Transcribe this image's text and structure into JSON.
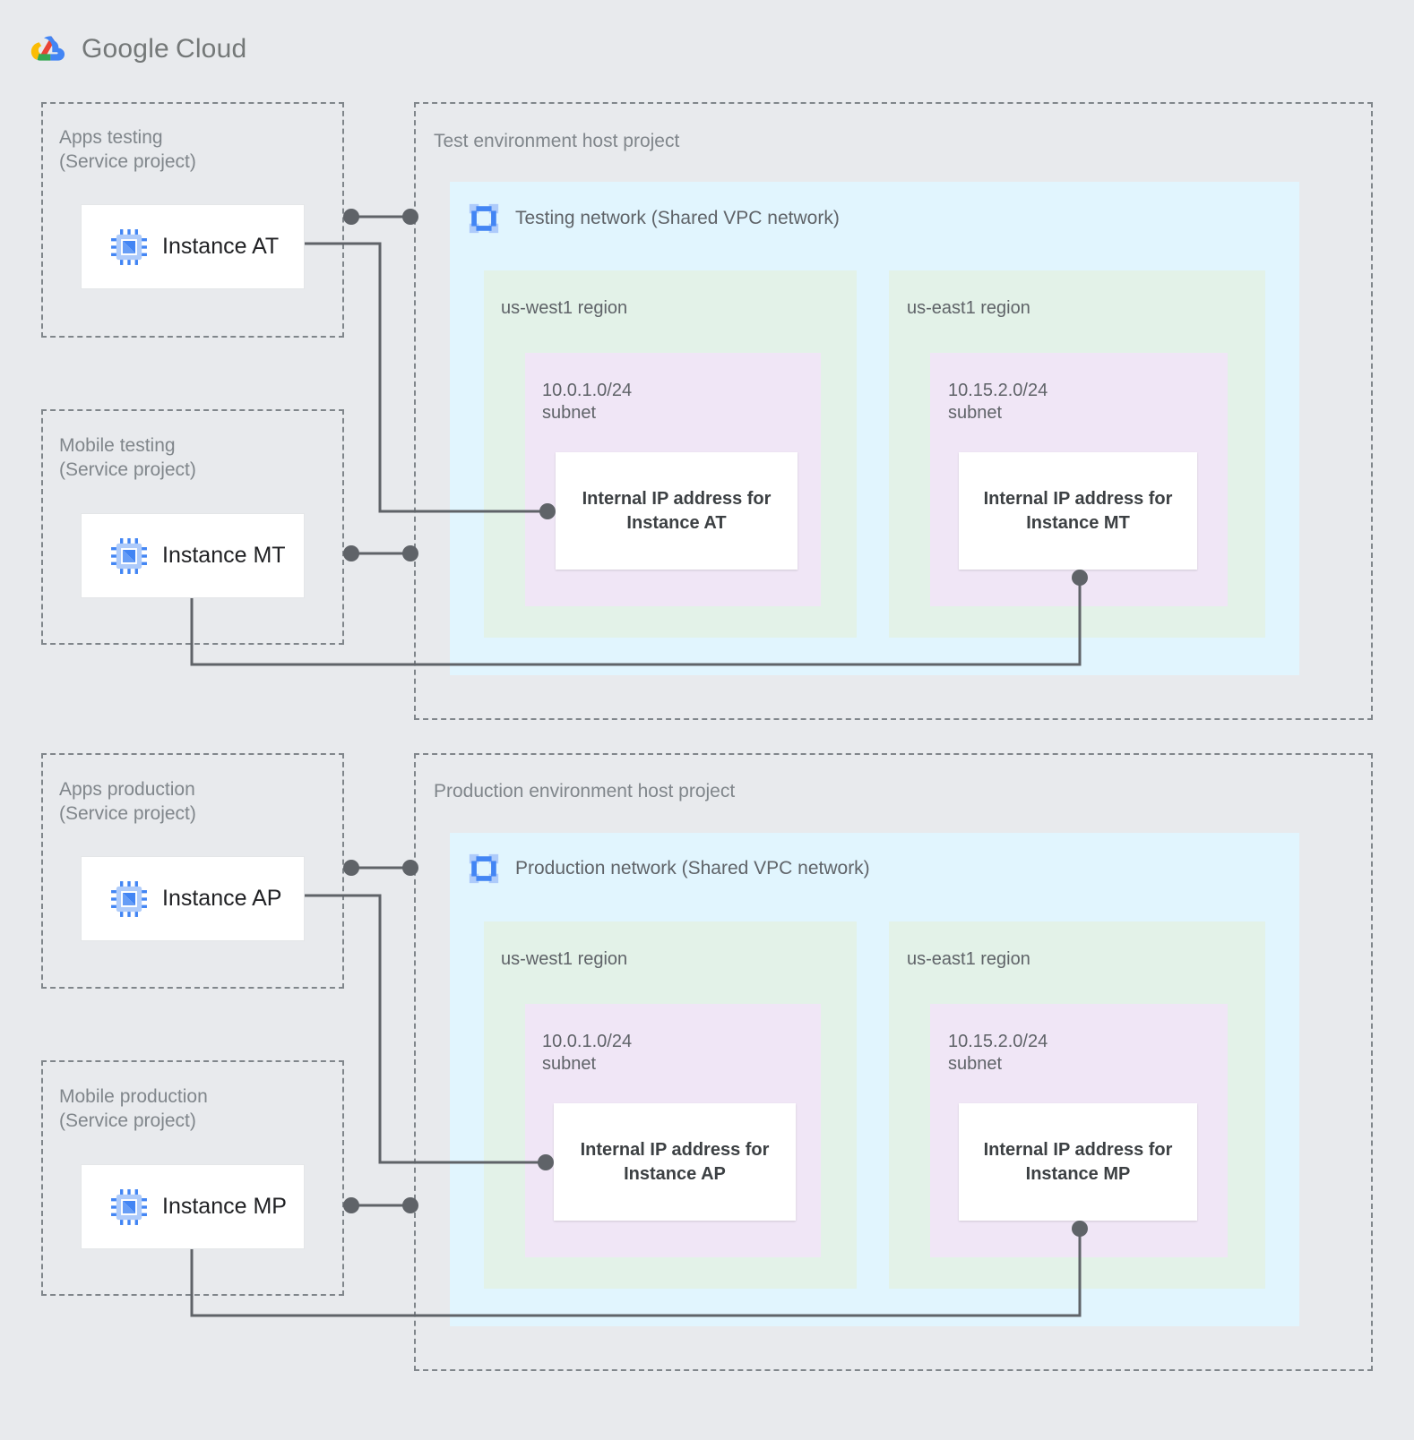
{
  "brand": {
    "name_google": "Google",
    "name_cloud": "Cloud",
    "logo_colors": {
      "red": "#ea4335",
      "yellow": "#fbbc04",
      "green": "#34a853",
      "blue": "#4285f4"
    }
  },
  "palette": {
    "page_background": "#e8eaed",
    "network_fill": "#e1f5fe",
    "region_fill": "#e3f2e8",
    "subnet_fill": "#f0e6f6",
    "card_fill": "#ffffff",
    "dashed_border": "#80868b",
    "wire": "#5f6368",
    "muted_text": "#5f6368",
    "instance_text": "#202124"
  },
  "service_projects": [
    {
      "id": "apps-testing",
      "title": "Apps testing\n(Service project)",
      "instance": "Instance AT"
    },
    {
      "id": "mobile-testing",
      "title": "Mobile testing\n(Service project)",
      "instance": "Instance MT"
    },
    {
      "id": "apps-production",
      "title": "Apps production\n(Service project)",
      "instance": "Instance AP"
    },
    {
      "id": "mobile-production",
      "title": "Mobile production\n(Service project)",
      "instance": "Instance MP"
    }
  ],
  "host_projects": [
    {
      "id": "test-env",
      "title": "Test environment host project",
      "network": {
        "label": "Testing network (Shared VPC network)",
        "icon": "vpc-network-icon"
      },
      "regions": [
        {
          "name": "us-west1 region",
          "subnet": {
            "cidr_label": "10.0.1.0/24\nsubnet",
            "ip_card": "Internal IP address for\nInstance AT"
          }
        },
        {
          "name": "us-east1 region",
          "subnet": {
            "cidr_label": "10.15.2.0/24\nsubnet",
            "ip_card": "Internal IP address for\nInstance MT"
          }
        }
      ]
    },
    {
      "id": "prod-env",
      "title": "Production environment host project",
      "network": {
        "label": "Production network (Shared VPC network)",
        "icon": "vpc-network-icon"
      },
      "regions": [
        {
          "name": "us-west1 region",
          "subnet": {
            "cidr_label": "10.0.1.0/24\nsubnet",
            "ip_card": "Internal IP address for\nInstance AP"
          }
        },
        {
          "name": "us-east1 region",
          "subnet": {
            "cidr_label": "10.15.2.0/24\nsubnet",
            "ip_card": "Internal IP address for\nInstance MP"
          }
        }
      ]
    }
  ],
  "connections": [
    {
      "from": "Instance AT",
      "to": "Internal IP address for Instance AT",
      "style": "elbow"
    },
    {
      "from": "Instance AT",
      "to": "Test environment host project",
      "style": "dumbbell"
    },
    {
      "from": "Instance MT",
      "to": "Internal IP address for Instance MT",
      "style": "elbow"
    },
    {
      "from": "Instance MT",
      "to": "Test environment host project",
      "style": "dumbbell"
    },
    {
      "from": "Instance AP",
      "to": "Internal IP address for Instance AP",
      "style": "elbow"
    },
    {
      "from": "Instance AP",
      "to": "Production environment host project",
      "style": "dumbbell"
    },
    {
      "from": "Instance MP",
      "to": "Internal IP address for Instance MP",
      "style": "elbow"
    },
    {
      "from": "Instance MP",
      "to": "Production environment host project",
      "style": "dumbbell"
    }
  ]
}
